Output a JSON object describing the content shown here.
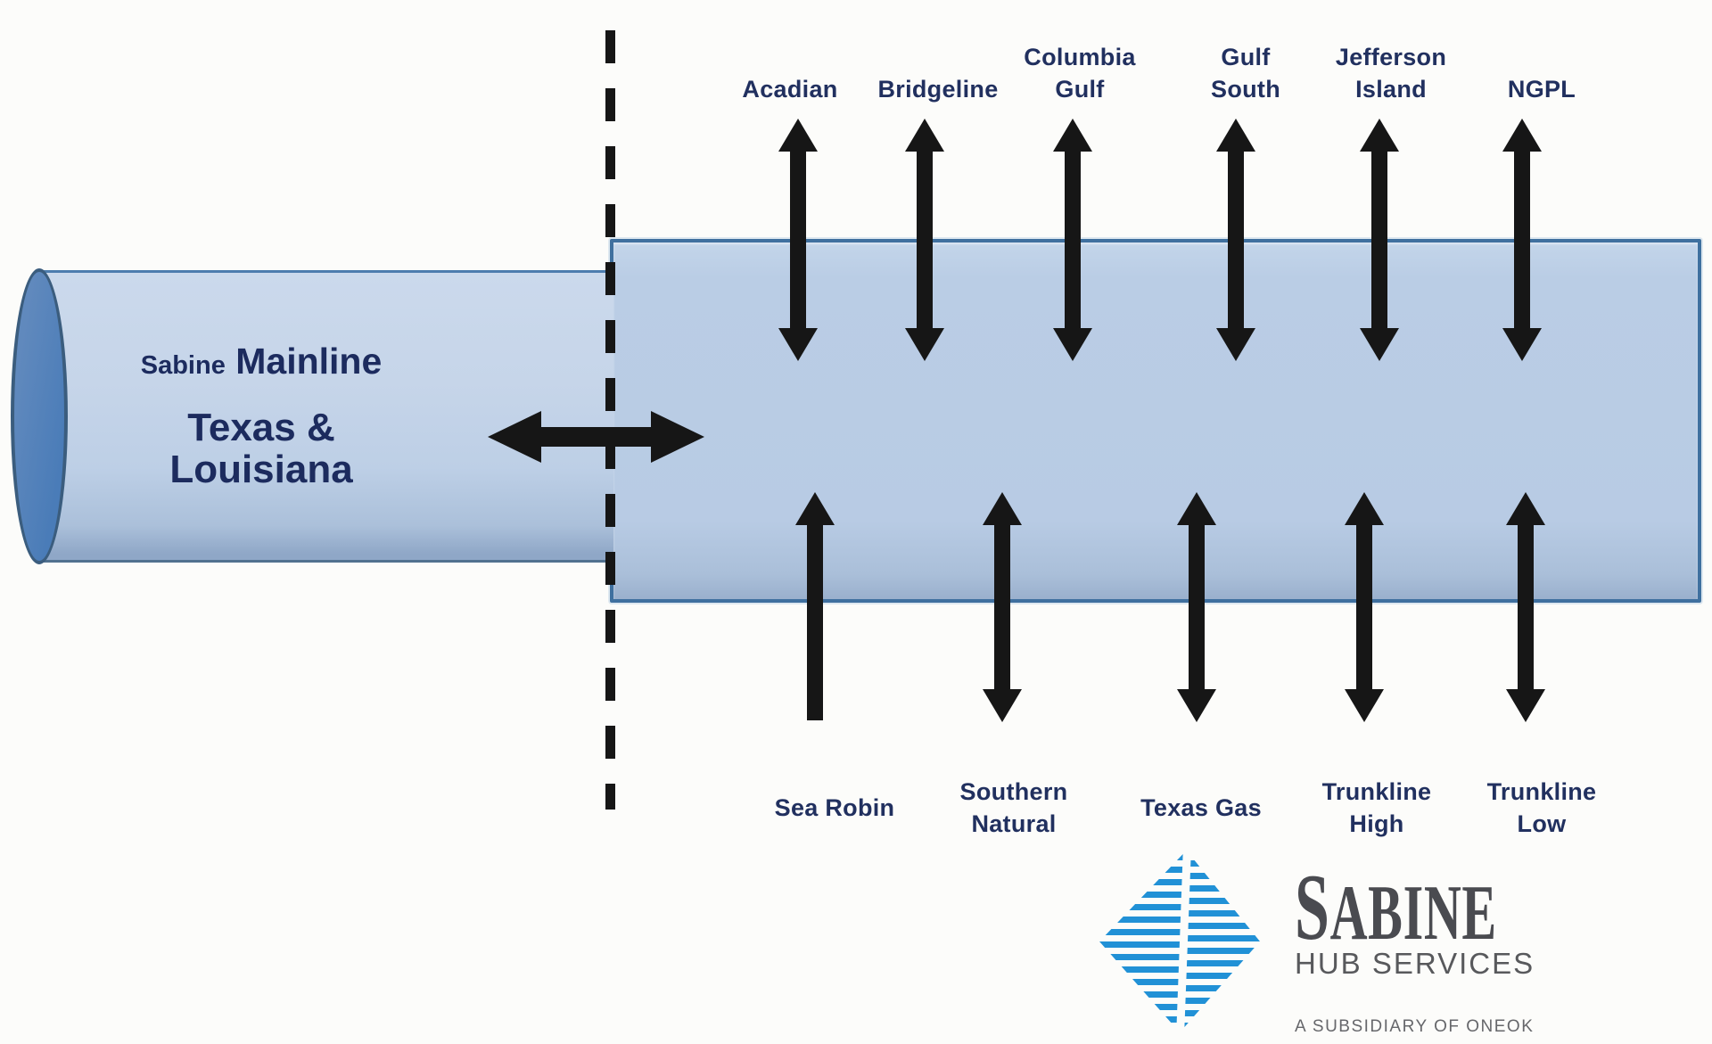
{
  "diagram": {
    "pipe_label": {
      "prefix": "Sabine",
      "name": "Mainline",
      "region_line1": "Texas &",
      "region_line2": "Louisiana"
    },
    "pipelines": {
      "top": [
        {
          "label": "Acadian"
        },
        {
          "label": "Bridgeline"
        },
        {
          "label": "Columbia\nGulf"
        },
        {
          "label": "Gulf\nSouth"
        },
        {
          "label": "Jefferson\nIsland"
        },
        {
          "label": "NGPL"
        }
      ],
      "bottom": [
        {
          "label": "Sea Robin"
        },
        {
          "label": "Southern\nNatural"
        },
        {
          "label": "Texas Gas"
        },
        {
          "label": "Trunkline\nHigh"
        },
        {
          "label": "Trunkline\nLow"
        }
      ]
    }
  },
  "logo": {
    "brand_initial": "S",
    "brand_rest": "ABINE",
    "division": "HUB SERVICES",
    "tagline": "A SUBSIDIARY OF ONEOK"
  },
  "colors": {
    "pipe_fill": "#c3d3e7",
    "hub_fill": "#b8cde6",
    "hub_border": "#3f709f",
    "pipe_cap_fill": "#4e7fbc",
    "label_navy": "#21305f",
    "arrow_black": "#161616",
    "logo_blue": "#2191d6",
    "logo_gray": "#58595c"
  }
}
